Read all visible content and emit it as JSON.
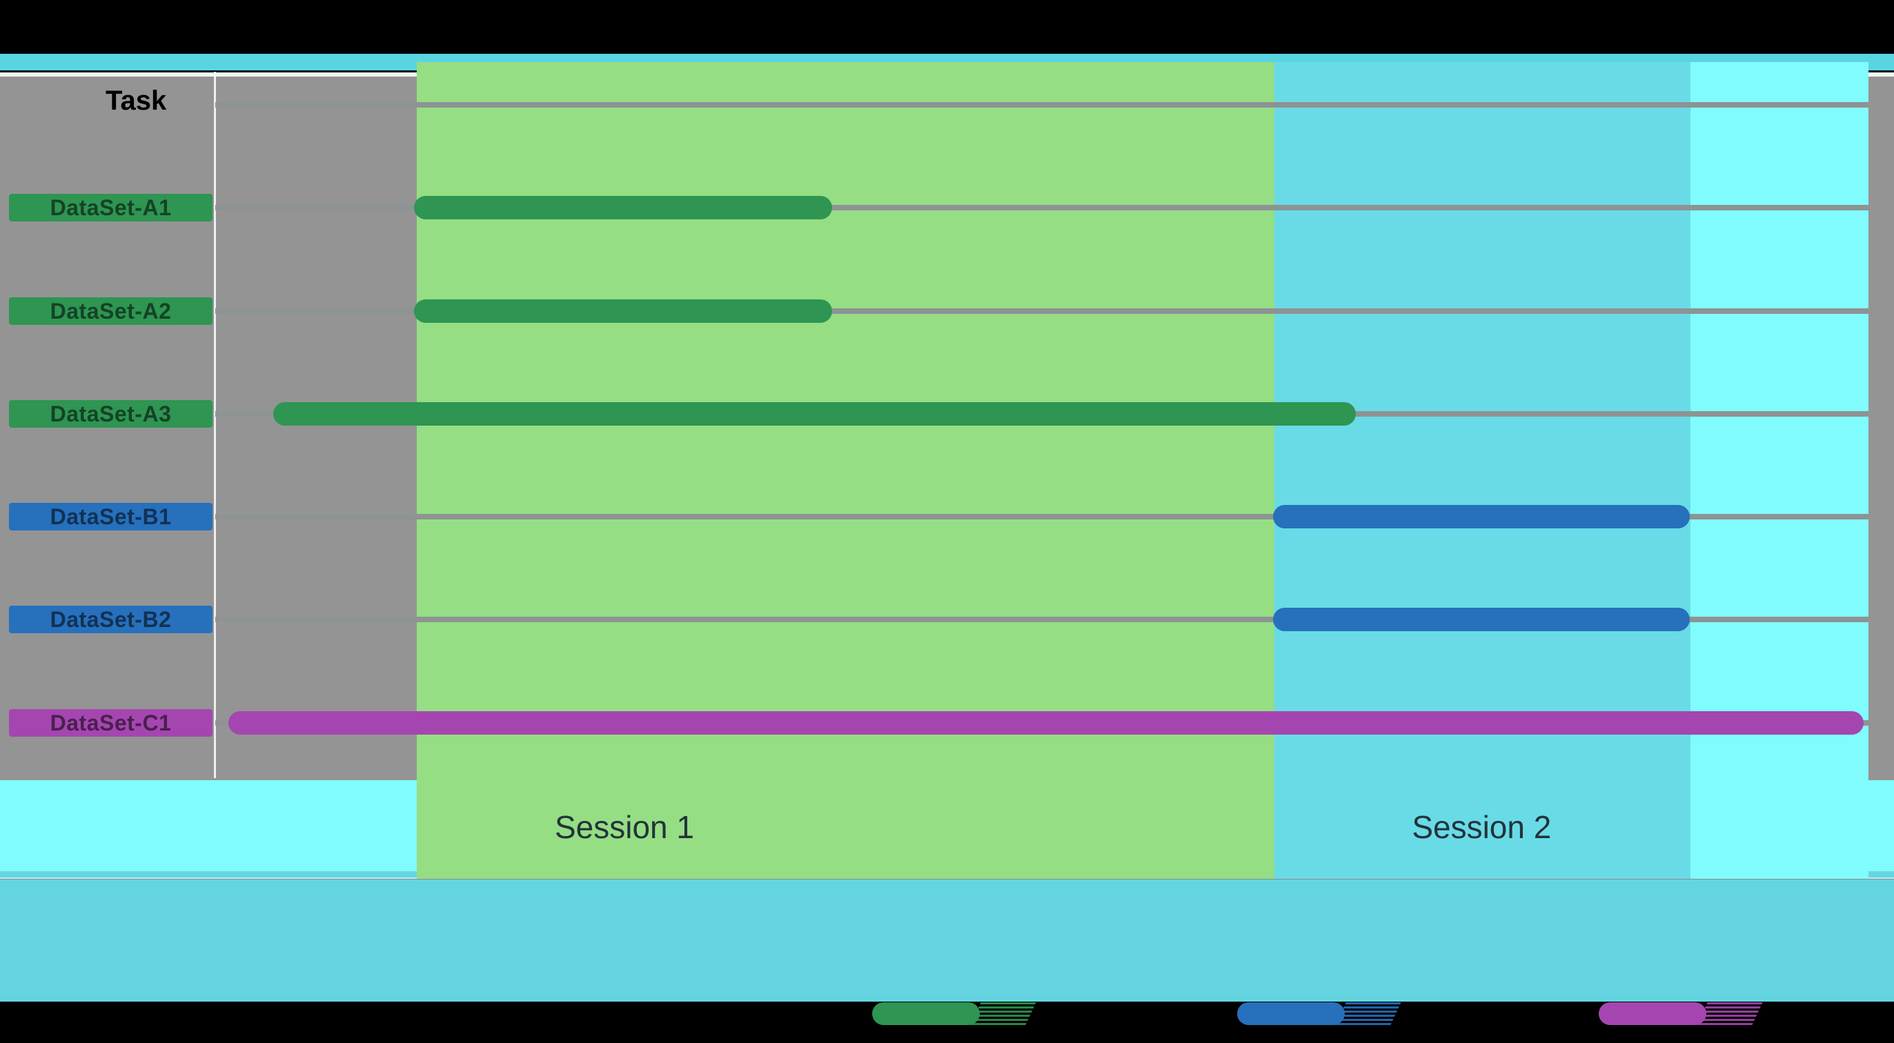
{
  "page_colors": {
    "letterbox": "#000000",
    "top_strip": "#59d5e2",
    "base_aqua": "#80fcff",
    "plot_gray": "#949494",
    "teal_substrip": "#66d6e0",
    "bottom_band": "#64d5e0",
    "gridline": "#8e9393",
    "white_separators": "#ffffff"
  },
  "chart_data": {
    "type": "gantt",
    "title": "",
    "y_axis_title": "Task",
    "x_axis": {
      "tick_labels_visible": false,
      "range_pct": [
        0,
        100
      ]
    },
    "grid": {
      "shown": true,
      "horizontal_lines": 7,
      "color": "#8e9393"
    },
    "rows": [
      {
        "task": "DataSet-A1",
        "group": "A",
        "bar_color": "#2e9552",
        "start_pct": 12.0,
        "end_pct": 37.3,
        "session": "Session 1"
      },
      {
        "task": "DataSet-A2",
        "group": "A",
        "bar_color": "#2e9552",
        "start_pct": 12.0,
        "end_pct": 37.3,
        "session": "Session 1"
      },
      {
        "task": "DataSet-A3",
        "group": "A",
        "bar_color": "#2e9552",
        "start_pct": 3.5,
        "end_pct": 69.0,
        "session": "Session 1"
      },
      {
        "task": "DataSet-B1",
        "group": "B",
        "bar_color": "#2770bc",
        "start_pct": 64.0,
        "end_pct": 89.2,
        "session": "Session 2"
      },
      {
        "task": "DataSet-B2",
        "group": "B",
        "bar_color": "#2770bc",
        "start_pct": 64.0,
        "end_pct": 89.2,
        "session": "Session 2"
      },
      {
        "task": "DataSet-C1",
        "group": "C",
        "bar_color": "#a546b0",
        "start_pct": 0.8,
        "end_pct": 99.7,
        "session": "Session 1 + Session 2"
      }
    ],
    "session_bands": [
      {
        "label": "Session 1",
        "color": "#95de84",
        "start_pct": 12.19,
        "end_pct": 64.06,
        "label_center_pct": 24.75
      },
      {
        "label": "Session 2",
        "color": "#68dbe7",
        "start_pct": 64.06,
        "end_pct": 89.23,
        "label_center_pct": 76.6
      }
    ],
    "post_session_band": {
      "color": "#80fcff",
      "start_pct": 89.23,
      "end_pct": 100
    },
    "legend": {
      "position": "bottom",
      "items": [
        {
          "swatch_color": "#2e9552",
          "label": ""
        },
        {
          "swatch_color": "#2770bc",
          "label": ""
        },
        {
          "swatch_color": "#a546b0",
          "label": ""
        }
      ],
      "note": "legend label text is black on black and not readable in the source image"
    }
  }
}
